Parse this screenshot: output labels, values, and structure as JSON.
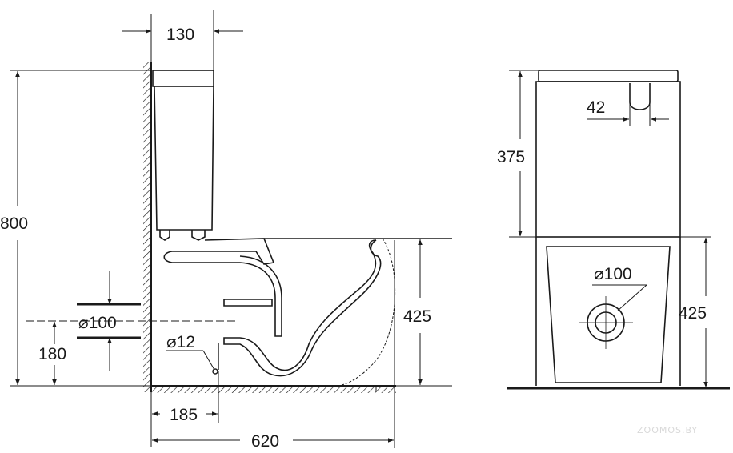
{
  "dimensions": {
    "side": {
      "tank_depth": "130",
      "total_height": "800",
      "outlet_diameter": "⌀100",
      "outlet_height": "180",
      "inlet_diameter": "⌀12",
      "inlet_offset": "185",
      "total_length": "620",
      "bowl_height": "425"
    },
    "front": {
      "button_width": "42",
      "tank_height": "375",
      "outlet_diameter": "⌀100",
      "bowl_height": "425"
    }
  },
  "watermark": "ZOOMOS.BY"
}
